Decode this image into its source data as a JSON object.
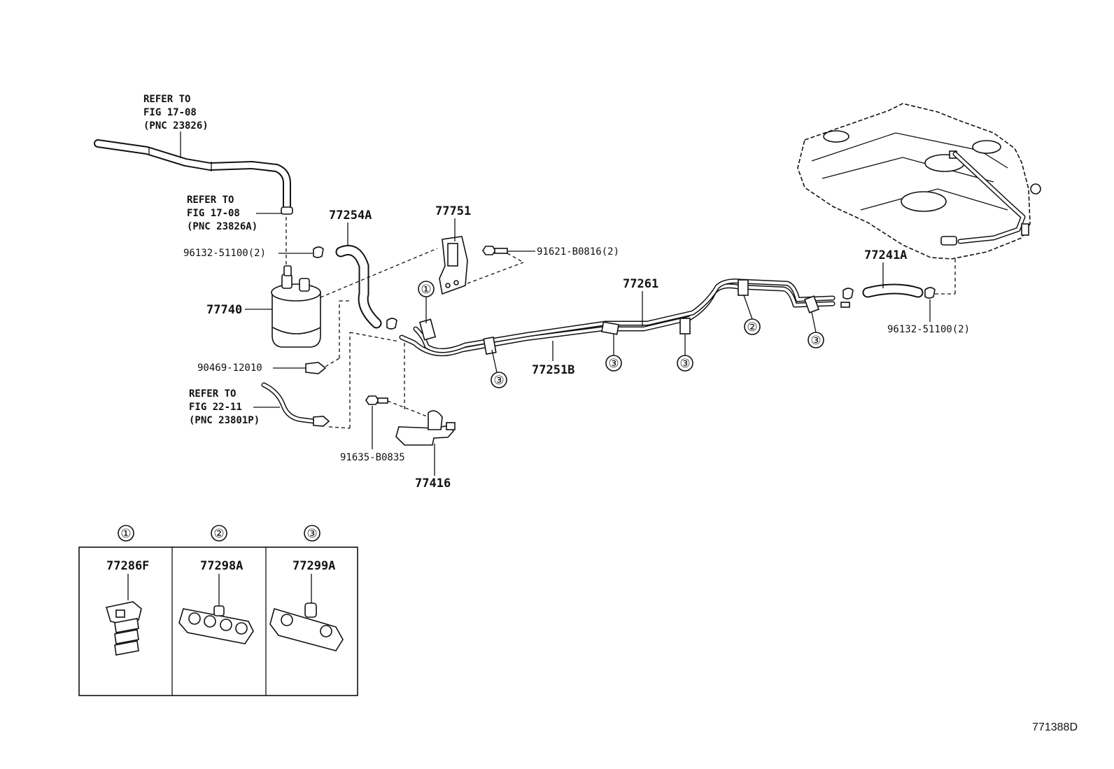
{
  "refs": {
    "fig1708_a": [
      "REFER TO",
      "FIG 17-08",
      "(PNC 23826)"
    ],
    "fig1708_b": [
      "REFER TO",
      "FIG 17-08",
      "(PNC 23826A)"
    ],
    "fig2211": [
      "REFER TO",
      "FIG 22-11",
      "(PNC 23801P)"
    ]
  },
  "parts": {
    "p77254A": "77254A",
    "p77751": "77751",
    "p91621": "91621-B0816(2)",
    "p96132_left": "96132-51100(2)",
    "p77740": "77740",
    "p90469": "90469-12010",
    "p91635": "91635-B0835",
    "p77416": "77416",
    "p77261": "77261",
    "p77251B": "77251B",
    "p77241A": "77241A",
    "p96132_right": "96132-51100(2)"
  },
  "callouts": {
    "c1": "①",
    "c2": "②",
    "c3": "③"
  },
  "legend": [
    {
      "callout": "①",
      "part": "77286F"
    },
    {
      "callout": "②",
      "part": "77298A"
    },
    {
      "callout": "③",
      "part": "77299A"
    }
  ],
  "diagram_code": "771388D"
}
